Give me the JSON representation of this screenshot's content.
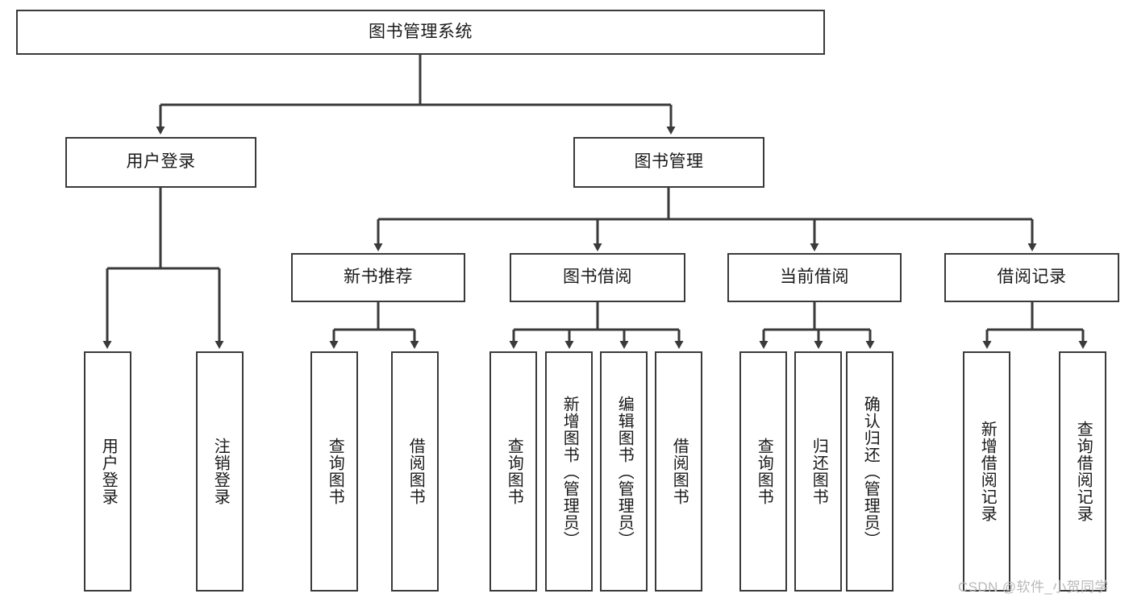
{
  "diagram": {
    "type": "tree-hierarchy",
    "title": "图书管理系统",
    "root": {
      "id": "root",
      "label": "图书管理系统"
    },
    "level2": [
      {
        "id": "user-login",
        "label": "用户登录"
      },
      {
        "id": "book-manage",
        "label": "图书管理"
      }
    ],
    "level3": [
      {
        "id": "new-book-rec",
        "label": "新书推荐",
        "parent": "book-manage"
      },
      {
        "id": "book-borrow",
        "label": "图书借阅",
        "parent": "book-manage"
      },
      {
        "id": "current-borrow",
        "label": "当前借阅",
        "parent": "book-manage"
      },
      {
        "id": "borrow-record",
        "label": "借阅记录",
        "parent": "book-manage"
      }
    ],
    "leaves": [
      {
        "id": "leaf-user-login",
        "label": "用户登录",
        "parent": "user-login"
      },
      {
        "id": "leaf-logout",
        "label": "注销登录",
        "parent": "user-login"
      },
      {
        "id": "leaf-query-book-1",
        "label": "查询图书",
        "parent": "new-book-rec"
      },
      {
        "id": "leaf-borrow-book-1",
        "label": "借阅图书",
        "parent": "new-book-rec"
      },
      {
        "id": "leaf-query-book-2",
        "label": "查询图书",
        "parent": "book-borrow"
      },
      {
        "id": "leaf-add-book",
        "label": "新增图书（管理员）",
        "parent": "book-borrow"
      },
      {
        "id": "leaf-edit-book",
        "label": "编辑图书（管理员）",
        "parent": "book-borrow"
      },
      {
        "id": "leaf-borrow-book-2",
        "label": "借阅图书",
        "parent": "book-borrow"
      },
      {
        "id": "leaf-query-book-3",
        "label": "查询图书",
        "parent": "current-borrow"
      },
      {
        "id": "leaf-return-book",
        "label": "归还图书",
        "parent": "current-borrow"
      },
      {
        "id": "leaf-confirm-return",
        "label": "确认归还（管理员）",
        "parent": "current-borrow"
      },
      {
        "id": "leaf-add-record",
        "label": "新增借阅记录",
        "parent": "borrow-record"
      },
      {
        "id": "leaf-query-record",
        "label": "查询借阅记录",
        "parent": "borrow-record"
      }
    ],
    "colors": {
      "stroke": "#3a3a3a",
      "fill": "#ffffff",
      "text": "#1a1a1a",
      "watermark": "#b9b9b9"
    }
  },
  "watermark": {
    "text": "CSDN @软件_小贺同学"
  }
}
